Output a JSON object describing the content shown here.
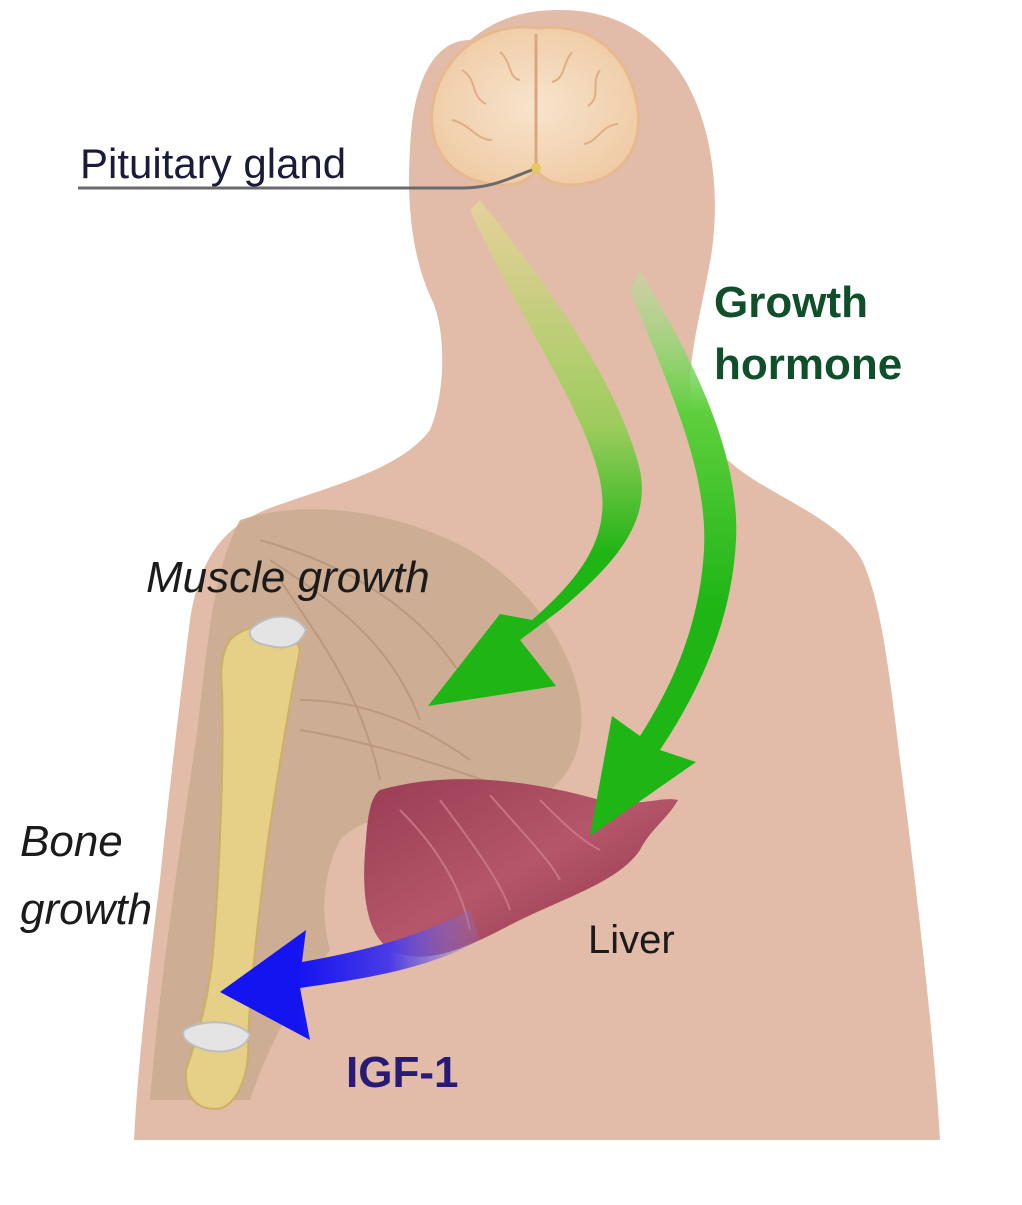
{
  "labels": {
    "pituitary": "Pituitary gland",
    "growth_hormone_line1": "Growth",
    "growth_hormone_line2": "hormone",
    "muscle_growth": "Muscle growth",
    "bone_growth_line1": "Bone",
    "bone_growth_line2": "growth",
    "liver": "Liver",
    "igf1": "IGF-1"
  },
  "colors": {
    "skin": "#e2bca9",
    "growth_hormone_arrow": "#1eb515",
    "igf1_arrow": "#1414f0",
    "muscle": "#c9aa8f",
    "bone": "#e6cf86",
    "liver": "#a8475a",
    "brain": "#f3d7b8"
  }
}
